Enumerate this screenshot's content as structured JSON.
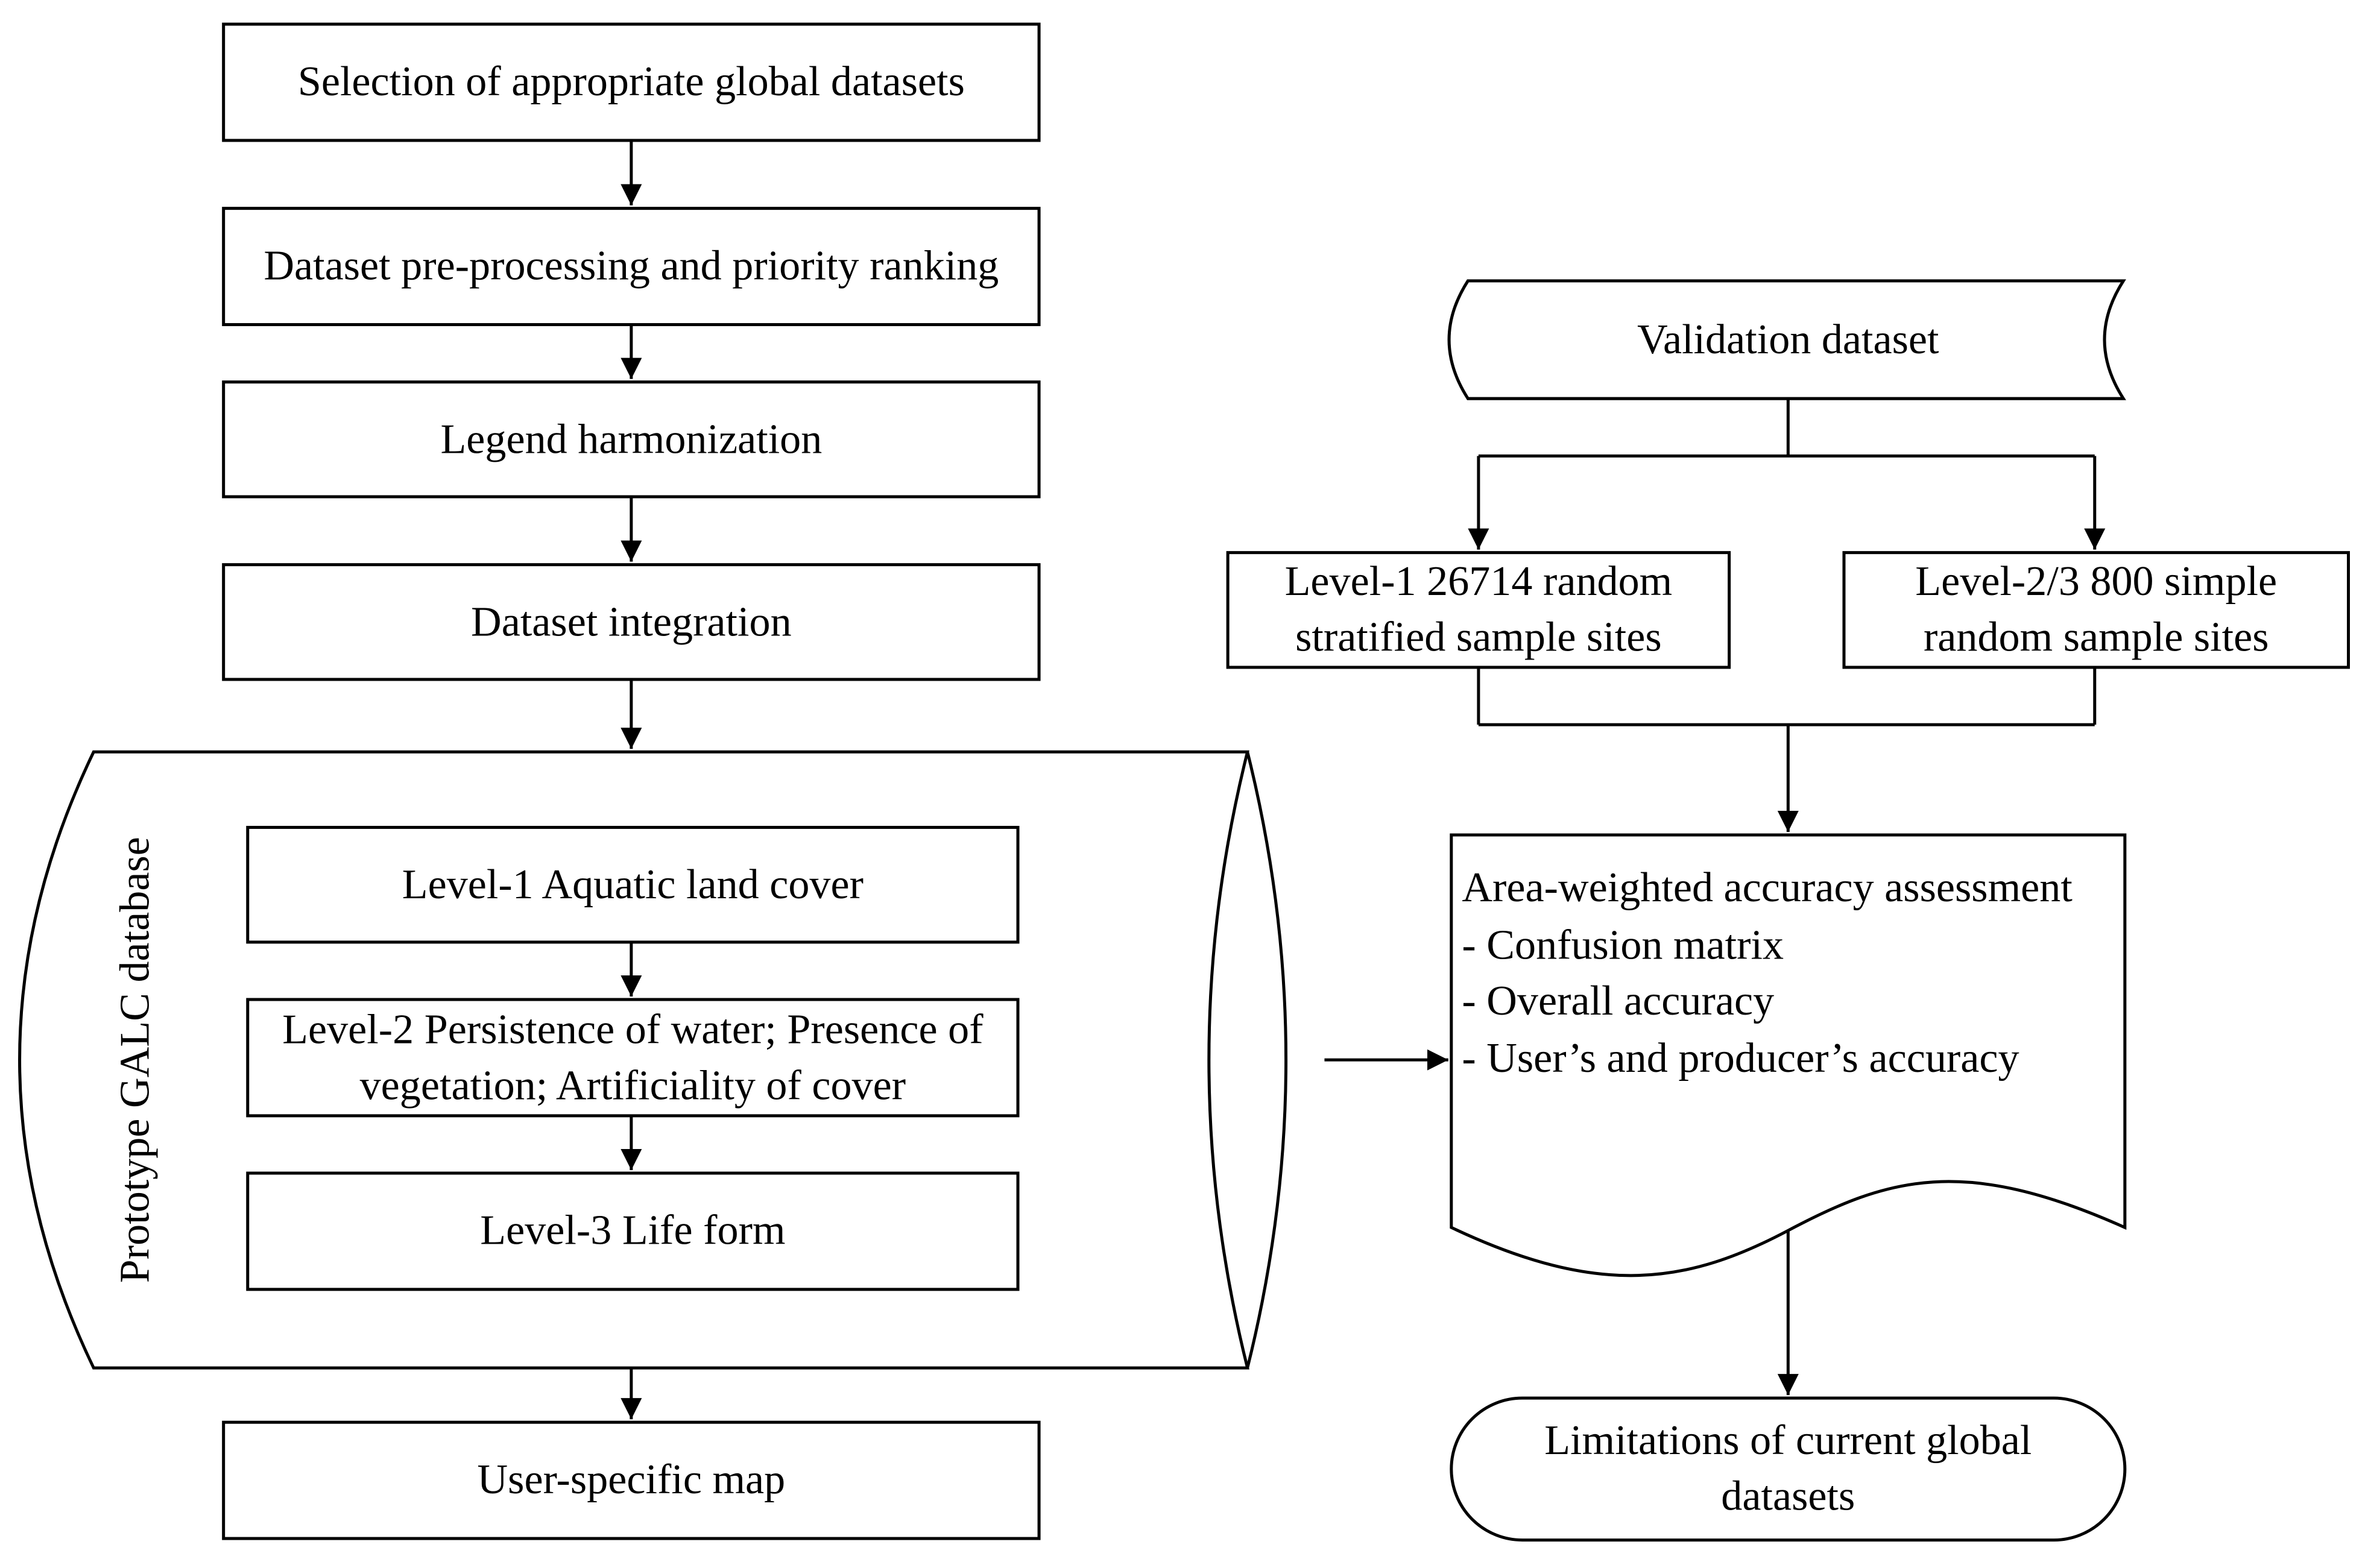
{
  "flow": {
    "selection": "Selection of appropriate global datasets",
    "preprocessing": "Dataset pre-processing and priority ranking",
    "legend": "Legend harmonization",
    "integration": "Dataset integration",
    "database_title": "Prototype GALC database",
    "level1": "Level-1 Aquatic land cover",
    "level2": "Level-2 Persistence of water; Presence of vegetation; Artificiality of cover",
    "level3": "Level-3 Life form",
    "user_map": "User-specific map"
  },
  "validation": {
    "dataset": "Validation dataset",
    "level1_samples": "Level-1 26714 random stratified sample sites",
    "level23_samples": "Level-2/3 800 simple random sample sites",
    "assessment": {
      "title": "Area-weighted accuracy assessment",
      "items": [
        "- Confusion matrix",
        "- Overall accuracy",
        "- User’s and producer’s accuracy"
      ]
    },
    "limitations": "Limitations of current global datasets"
  }
}
